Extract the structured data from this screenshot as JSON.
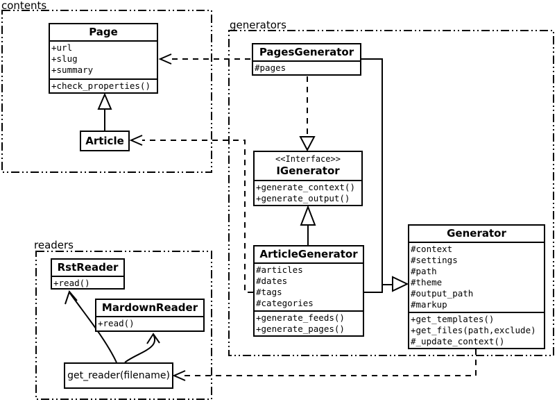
{
  "diagram": {
    "packages": {
      "contents": {
        "label": "contents"
      },
      "generators": {
        "label": "generators"
      },
      "readers": {
        "label": "readers"
      }
    },
    "classes": {
      "page": {
        "name": "Page",
        "attributes": [
          "+url",
          "+slug",
          "+summary"
        ],
        "methods": [
          "+check_properties()"
        ]
      },
      "article": {
        "name": "Article"
      },
      "pages_generator": {
        "name": "PagesGenerator",
        "attributes": [
          "#pages"
        ]
      },
      "igenerator": {
        "stereotype": "<<Interface>>",
        "name": "IGenerator",
        "methods": [
          "+generate_context()",
          "+generate_output()"
        ]
      },
      "article_generator": {
        "name": "ArticleGenerator",
        "attributes": [
          "#articles",
          "#dates",
          "#tags",
          "#categories"
        ],
        "methods": [
          "+generate_feeds()",
          "+generate_pages()"
        ]
      },
      "generator": {
        "name": "Generator",
        "attributes": [
          "#context",
          "#settings",
          "#path",
          "#theme",
          "#output_path",
          "#markup"
        ],
        "methods": [
          "+get_templates()",
          "+get_files(path,exclude)",
          "#_update_context()"
        ]
      },
      "rst_reader": {
        "name": "RstReader",
        "methods": [
          "+read()"
        ]
      },
      "mardown_reader": {
        "name": "MardownReader",
        "methods": [
          "+read()"
        ]
      },
      "get_reader": {
        "label": "get_reader(filename)"
      }
    },
    "edges": [
      {
        "type": "inheritance",
        "from": "Article",
        "to": "Page"
      },
      {
        "type": "dependency",
        "from": "PagesGenerator",
        "to": "Page"
      },
      {
        "type": "dependency",
        "from": "ArticleGenerator",
        "to": "Article"
      },
      {
        "type": "realization",
        "from": "PagesGenerator",
        "to": "IGenerator"
      },
      {
        "type": "inheritance",
        "from": "ArticleGenerator",
        "to": "IGenerator"
      },
      {
        "type": "inheritance",
        "from": "PagesGenerator",
        "to": "Generator"
      },
      {
        "type": "inheritance",
        "from": "ArticleGenerator",
        "to": "Generator"
      },
      {
        "type": "dependency",
        "from": "Generator",
        "to": "get_reader(filename)"
      },
      {
        "type": "association",
        "from": "get_reader(filename)",
        "to": "RstReader"
      },
      {
        "type": "association",
        "from": "get_reader(filename)",
        "to": "MardownReader"
      }
    ],
    "colors": {
      "foreground": "#000000",
      "background": "#ffffff"
    }
  }
}
